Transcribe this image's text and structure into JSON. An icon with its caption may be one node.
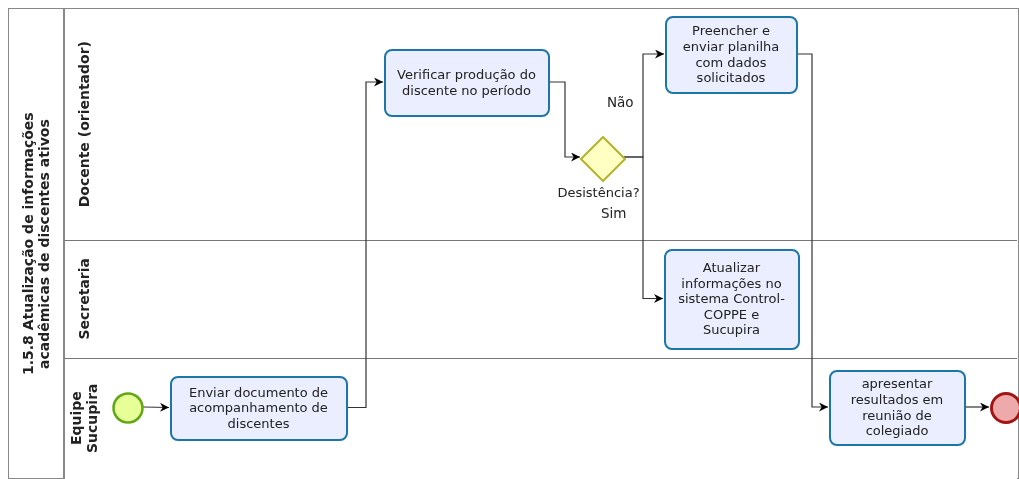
{
  "diagram": {
    "nodes": [
      {
        "text": [
          "1.5.8 Atualização de informações acadêmicas de discentes ativos"
        ]
      },
      {
        "text": [
          "Docente (orientador)"
        ],
        "in": 0
      },
      {
        "text": [
          "Secretaria"
        ],
        "in": 0
      },
      {
        "text": [
          "Equipe Sucupira"
        ],
        "in": 0
      },
      {
        "text": [
          "Verificar produção do discente no período"
        ],
        "in": 1
      },
      {
        "text": [
          "Desistência?"
        ],
        "in": 1
      },
      {
        "text": [
          "Preencher e enviar planilha com dados solicitados"
        ],
        "in": 1
      },
      {
        "text": [
          "Atualizar informações no sistema Control-COPPE e Sucupira"
        ],
        "in": 2
      },
      {
        "text": [],
        "shape": "circle",
        "in": 3
      },
      {
        "text": [
          "Enviar documento de acompanhamento de discentes"
        ],
        "in": 3
      },
      {
        "text": [
          "apresentar resultados em reunião de colegiado"
        ],
        "in": 3
      },
      {
        "text": [],
        "shape": "circle",
        "in": 3
      }
    ],
    "edges": [
      {
        "from": 8,
        "to": 9,
        "arrow": "to"
      },
      {
        "from": 9,
        "to": 4,
        "arrow": "to"
      },
      {
        "from": 4,
        "to": 5,
        "arrow": "to"
      },
      {
        "from": 5,
        "to": 6,
        "arrow": "to",
        "label": "Não"
      },
      {
        "from": 5,
        "to": 7,
        "arrow": "to",
        "label": "Sim"
      },
      {
        "from": 6,
        "to": 10,
        "arrow": "to"
      },
      {
        "from": 10,
        "to": 11,
        "arrow": "to"
      }
    ]
  }
}
